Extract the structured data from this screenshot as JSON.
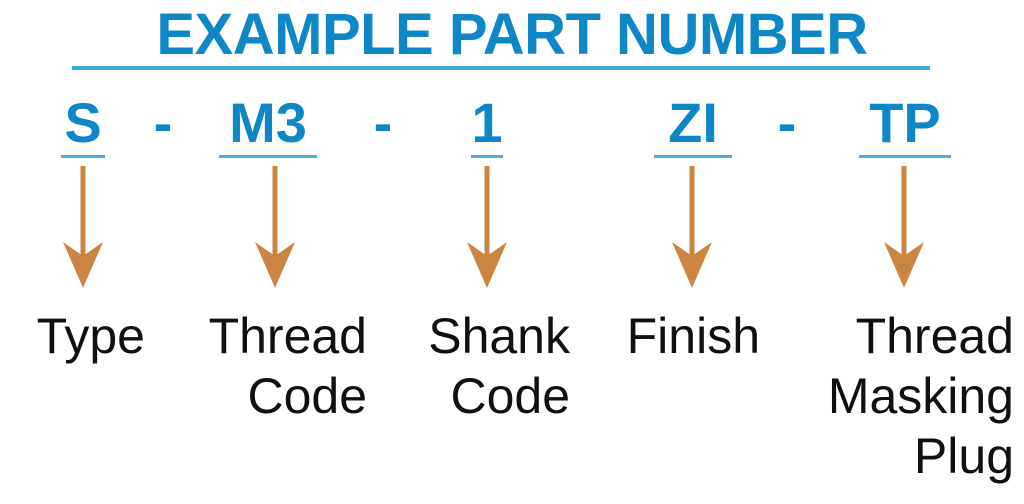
{
  "header": {
    "title": "EXAMPLE PART NUMBER",
    "title_color": "#0d87c6",
    "rule_color": "#3fa8dd"
  },
  "colors": {
    "code_blue": "#0d87c6",
    "underline_blue": "#4aabdf",
    "arrow_orange": "#cc8540",
    "label_black": "#101010",
    "background": "#ffffff"
  },
  "part_number": {
    "full": "S - M3 - 1 ZI - TP",
    "segments": [
      {
        "code": "S",
        "separator_after": "-",
        "label_lines": [
          "Type"
        ]
      },
      {
        "code": "M3",
        "separator_after": "-",
        "label_lines": [
          "Thread",
          "Code"
        ]
      },
      {
        "code": "1",
        "separator_after": "",
        "label_lines": [
          "Shank",
          "Code"
        ]
      },
      {
        "code": "ZI",
        "separator_after": "-",
        "label_lines": [
          "Finish"
        ]
      },
      {
        "code": "TP",
        "separator_after": "",
        "label_lines": [
          "Thread",
          "Masking",
          "Plug"
        ]
      }
    ],
    "separators": [
      "-",
      "-",
      "-"
    ]
  },
  "arrows": {
    "count": 5,
    "direction": "down",
    "color": "#cc8540"
  }
}
